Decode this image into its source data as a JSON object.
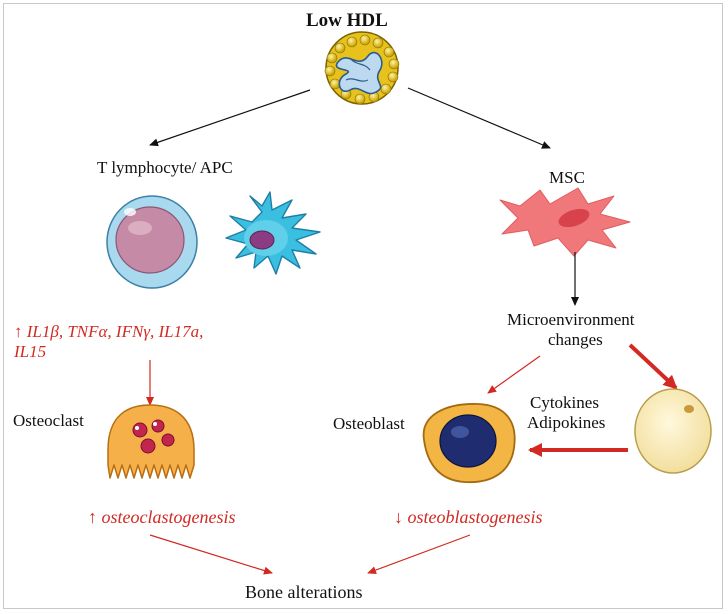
{
  "title": "Low HDL",
  "nodes": {
    "t_apc": "T lymphocyte/ APC",
    "msc": "MSC",
    "micro_line1": "Microenvironment",
    "micro_line2": "changes",
    "osteoclast": "Osteoclast",
    "osteoblast": "Osteoblast",
    "cytokines": "Cytokines",
    "adipokines": "Adipokines",
    "bone": "Bone alterations"
  },
  "mediators": {
    "line1": "↑ IL1β, TNFα, IFNγ, IL17a,",
    "line2": "IL15"
  },
  "outcomes": {
    "osteoclastogenesis": "↑ osteoclastogenesis",
    "osteoblastogenesis": "↓ osteoblastogenesis"
  },
  "icons": [
    "hdl-particle-icon",
    "t-lymphocyte-icon",
    "dendritic-cell-icon",
    "msc-icon",
    "osteoclast-icon",
    "osteoblast-icon",
    "adipocyte-icon"
  ],
  "colors": {
    "red": "#d22a22",
    "black": "#111111",
    "hdl_yellow": "#e8c21c",
    "msc_pink": "#f0777a",
    "apc_blue": "#3bbfe0",
    "adipocyte": "#fbefbf"
  }
}
